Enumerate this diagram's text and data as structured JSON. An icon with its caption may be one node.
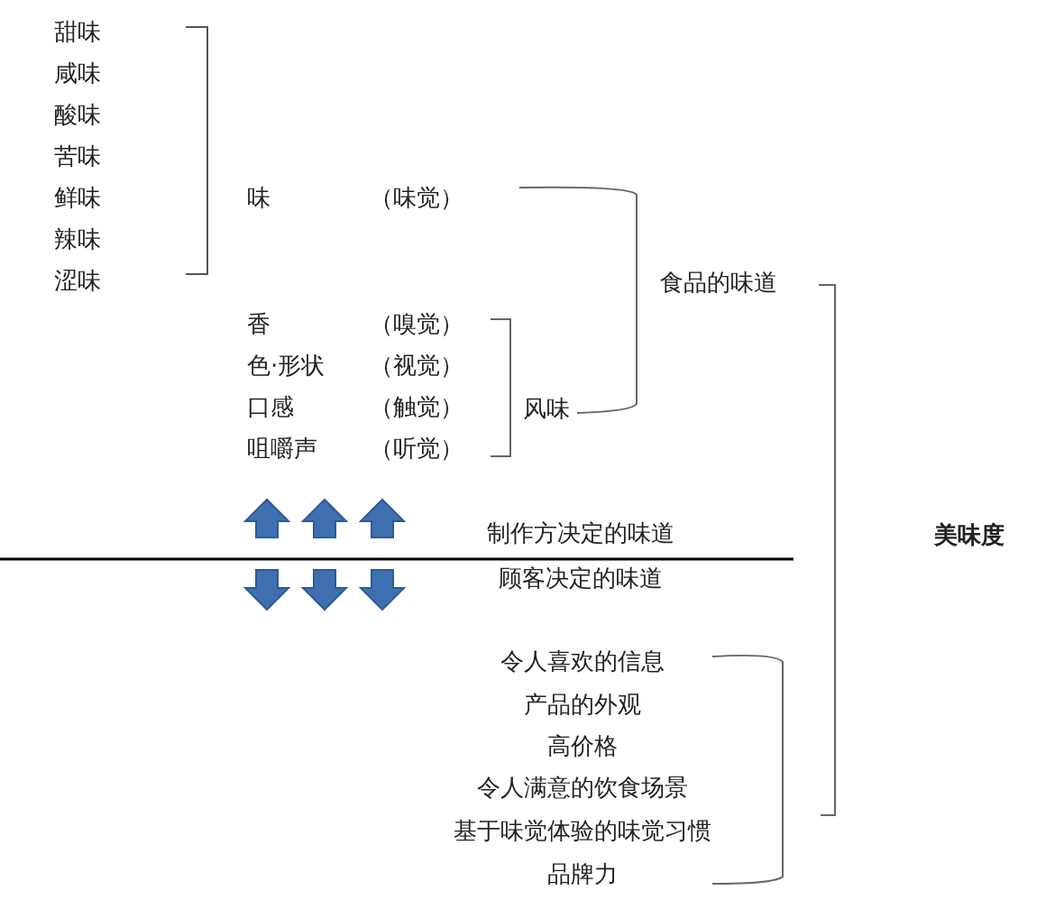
{
  "diagram": {
    "labels": [
      "甜味",
      "咸味",
      "酸味",
      "苦味",
      "鲜味",
      "味",
      "（味觉）",
      "辣味",
      "涩味",
      "食品的味道",
      "香",
      "（嗅觉）",
      "色·形状",
      "（视觉）",
      "口感",
      "（触觉）",
      "风味",
      "咀嚼声",
      "（听觉）",
      "制作方决定的味道",
      "美味度",
      "顾客决定的味道",
      "令人喜欢的信息",
      "产品的外观",
      "高价格",
      "令人满意的饮食场景",
      "基于味觉体验的味觉习惯",
      "品牌力"
    ]
  }
}
